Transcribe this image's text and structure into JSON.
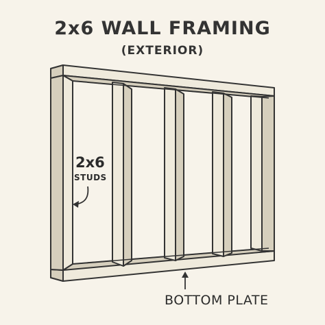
{
  "title": "2x6 WALL FRAMING",
  "subtitle": "(EXTERIOR)",
  "callouts": {
    "studs_size": "2x6",
    "studs_word": "STUDS",
    "bottom_plate": "BOTTOM PLATE"
  },
  "colors": {
    "background": "#f7f3ea",
    "lumber_face": "#efeadc",
    "lumber_side": "#d6cfbd",
    "lumber_shadow": "#c4bca8",
    "outline": "#333333"
  }
}
